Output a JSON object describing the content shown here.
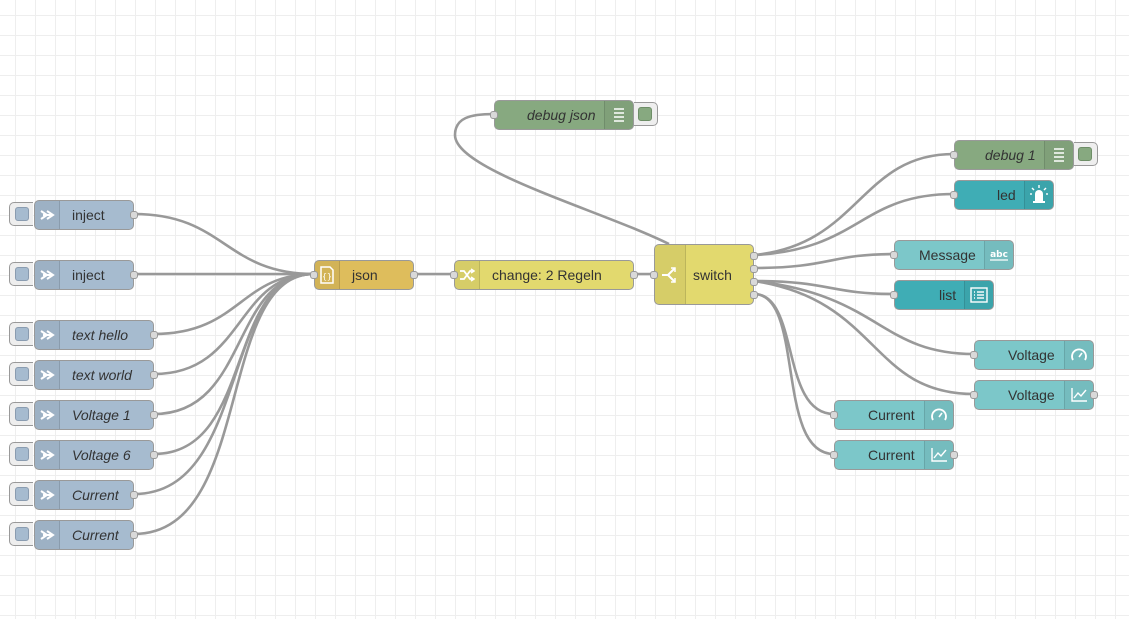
{
  "flow": {
    "inject_nodes": [
      {
        "label": "inject",
        "italic": false
      },
      {
        "label": "inject",
        "italic": false
      },
      {
        "label": "text hello",
        "italic": true
      },
      {
        "label": "text world",
        "italic": true
      },
      {
        "label": "Voltage 1",
        "italic": true
      },
      {
        "label": "Voltage 6",
        "italic": true
      },
      {
        "label": "Current",
        "italic": true
      },
      {
        "label": "Current",
        "italic": true
      }
    ],
    "json_node": {
      "label": "json"
    },
    "change_node": {
      "label": "change: 2 Regeln"
    },
    "switch_node": {
      "label": "switch"
    },
    "debug_json_node": {
      "label": "debug json"
    },
    "debug_1_node": {
      "label": "debug 1"
    },
    "led_node": {
      "label": "led"
    },
    "message_node": {
      "label": "Message"
    },
    "list_node": {
      "label": "list"
    },
    "voltage_gauge_node": {
      "label": "Voltage"
    },
    "voltage_chart_node": {
      "label": "Voltage"
    },
    "current_gauge_node": {
      "label": "Current"
    },
    "current_chart_node": {
      "label": "Current"
    }
  },
  "colors": {
    "inject": "#a6bbcf",
    "json": "#debd5c",
    "change": "#e2d96e",
    "switch": "#e2d96e",
    "debug": "#87a980",
    "led": "#3fadb5",
    "ui_widget": "#7cc7c9",
    "wire": "#999999",
    "grid": "#eeeeee"
  }
}
